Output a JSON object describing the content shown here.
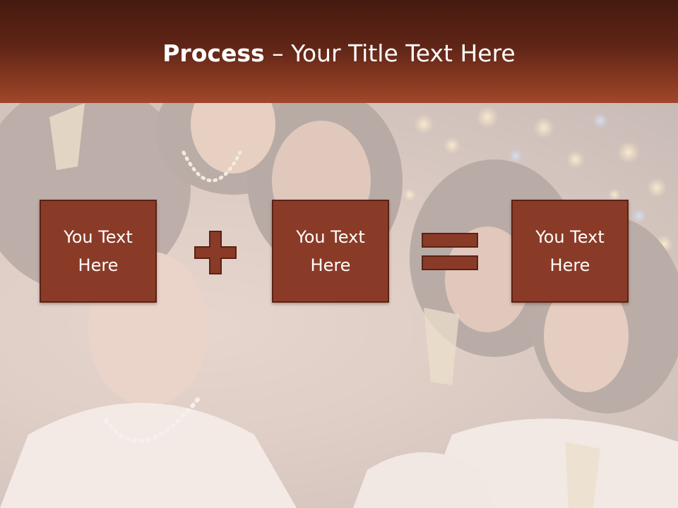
{
  "slide": {
    "title_bold": "Process",
    "title_rest": " – Your Title Text Here"
  },
  "process": {
    "boxes": [
      {
        "text": "You Text\nHere"
      },
      {
        "text": "You Text\nHere"
      },
      {
        "text": "You Text\nHere"
      }
    ],
    "operators": [
      "plus-icon",
      "equals-icon"
    ]
  },
  "colors": {
    "header_dark": "#461a10",
    "header_light": "#a1472b",
    "box_fill": "#8a3b27",
    "box_border": "#5a2214",
    "operator_fill": "#8a3b27",
    "text": "#ffffff"
  }
}
